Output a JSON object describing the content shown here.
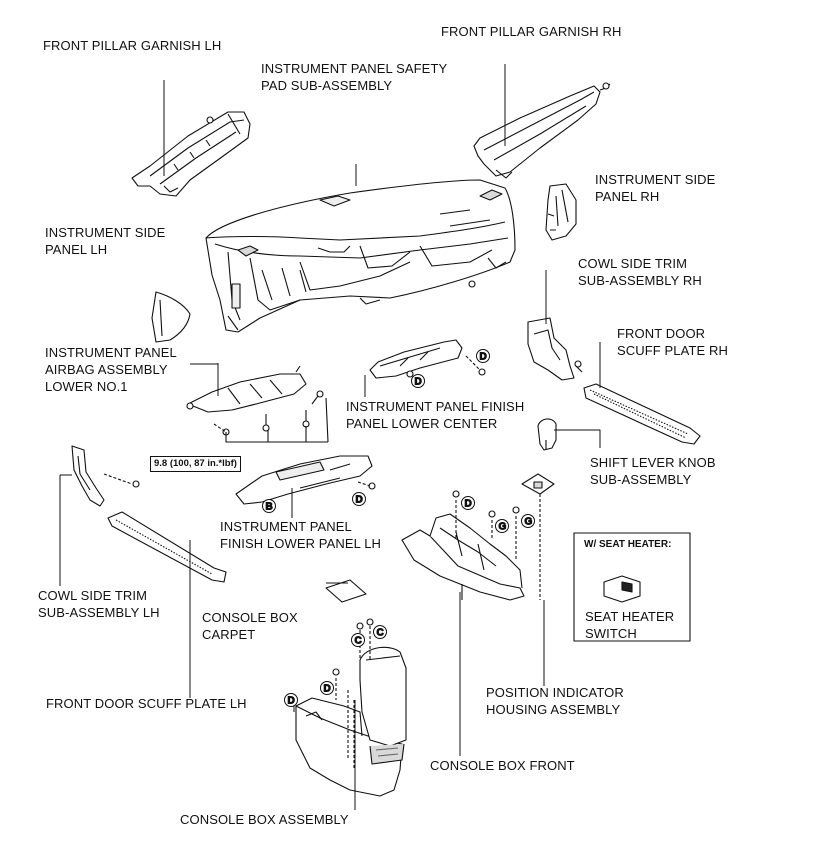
{
  "labels": {
    "front_pillar_garnish_lh": "FRONT PILLAR GARNISH LH",
    "front_pillar_garnish_rh": "FRONT PILLAR GARNISH RH",
    "safety_pad_1": "INSTRUMENT PANEL SAFETY",
    "safety_pad_2": "PAD SUB-ASSEMBLY",
    "side_panel_rh_1": "INSTRUMENT SIDE",
    "side_panel_rh_2": "PANEL RH",
    "side_panel_lh_1": "INSTRUMENT SIDE",
    "side_panel_lh_2": "PANEL LH",
    "cowl_rh_1": "COWL SIDE TRIM",
    "cowl_rh_2": "SUB-ASSEMBLY RH",
    "scuff_rh_1": "FRONT DOOR",
    "scuff_rh_2": "SCUFF PLATE RH",
    "airbag_1": "INSTRUMENT PANEL",
    "airbag_2": "AIRBAG ASSEMBLY",
    "airbag_3": "LOWER NO.1",
    "finish_center_1": "INSTRUMENT PANEL FINISH",
    "finish_center_2": "PANEL LOWER CENTER",
    "shift_knob_1": "SHIFT LEVER KNOB",
    "shift_knob_2": "SUB-ASSEMBLY",
    "finish_lh_1": "INSTRUMENT PANEL",
    "finish_lh_2": "FINISH LOWER PANEL LH",
    "cowl_lh_1": "COWL SIDE TRIM",
    "cowl_lh_2": "SUB-ASSEMBLY LH",
    "carpet_1": "CONSOLE BOX",
    "carpet_2": "CARPET",
    "scuff_lh": "FRONT DOOR SCUFF PLATE LH",
    "position_1": "POSITION INDICATOR",
    "position_2": "HOUSING ASSEMBLY",
    "console_front": "CONSOLE BOX FRONT",
    "console_box": "CONSOLE BOX ASSEMBLY",
    "seat_heater_1": "SEAT HEATER",
    "seat_heater_2": "SWITCH"
  },
  "torque_spec": "9.8 (100, 87 in.*lbf)",
  "seat_heater_box_title": "W/ SEAT HEATER:",
  "clip_letters": {
    "b": "B",
    "c": "C",
    "d": "D",
    "g": "G"
  },
  "colors": {
    "line": "#111111",
    "part_fill": "#ffffff",
    "shade": "#d9d9d9"
  }
}
